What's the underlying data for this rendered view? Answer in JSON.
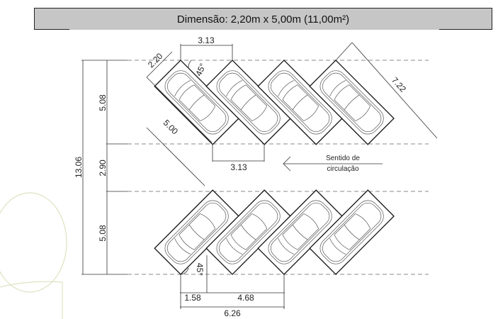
{
  "header": {
    "title": "Dimensão: 2,20m x 5,00m (11,00m²)"
  },
  "dimensions": {
    "top_spacing": "3.13",
    "stall_width": "2.20",
    "angle_top": "45°",
    "stall_length": "5.00",
    "diagonal_depth": "7.22",
    "row_depth_top": "5.08",
    "aisle": "2.90",
    "row_depth_bottom": "5.08",
    "total_depth": "13.06",
    "aisle_spacing": "3.13",
    "angle_bottom": "45°",
    "offset": "1.58",
    "bay": "4.68",
    "total_width": "6.26"
  },
  "circulation": {
    "line1": "Sentido de",
    "line2": "circulação"
  },
  "colors": {
    "header_bg": "#c6c6c6",
    "decor": "#d9dcb4"
  }
}
